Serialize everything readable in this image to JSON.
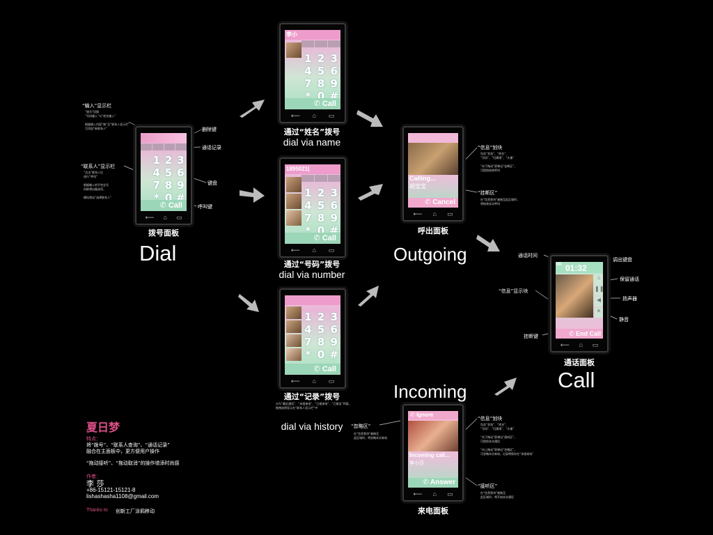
{
  "panels": {
    "dial": {
      "caption_cn": "拨号面板",
      "big": "Dial",
      "call_label": "Call"
    },
    "via_name": {
      "caption_cn": "通过“姓名”拨号",
      "caption_en": "dial via name",
      "entry": "李小",
      "call_label": "Call"
    },
    "via_number": {
      "caption_cn": "通过“号码”拨号",
      "caption_en": "dial via number",
      "entry": "1895021|",
      "call_label": "Call"
    },
    "via_history": {
      "caption_cn": "通过“记录”拨号",
      "caption_en": "dial via history",
      "call_label": "Call",
      "note": "分为“最近通话”、“未接来电”、“已接来电”、“已拨出”四类，\n拖拽选择显示在“联系人显示栏”中"
    },
    "outgoing": {
      "caption_cn": "呼出面板",
      "big": "Outgoing",
      "status": "Calling...",
      "name": "胡宝宝",
      "cancel_label": "Cancel"
    },
    "incoming": {
      "caption_cn": "来电面板",
      "big": "Incoming",
      "ignore_label": "Ignore",
      "status": "Incoming call...",
      "name": "李小莎",
      "answer_label": "Answer"
    },
    "call": {
      "caption_cn": "通话面板",
      "big": "Call",
      "timer_small": "00:",
      "timer": "01:32",
      "end_label": "End Call"
    }
  },
  "keypad_keys": [
    "1",
    "2",
    "3",
    "4",
    "5",
    "6",
    "7",
    "8",
    "9",
    "*",
    "0",
    "#"
  ],
  "annotations": {
    "dial": {
      "input_bar": "“输入”显示栏",
      "input_bar_note": "“拨号”切换\n“号码输入”与“姓名输入”\n\n根据输入内容“拖”至“联系人显示栏”\n可添加“新联系人”",
      "contact_bar": "“联系人”显示栏",
      "contact_bar_note": "“点击”联系人后\n进行“呼叫”\n\n根据输入的不完全号\n码联想出备选项，\n\n横向滑动“选择联系人”",
      "delete_key": "删除键",
      "call_log": "通话记录",
      "keypad": "键盘",
      "call_key": "呼叫键"
    },
    "outgoing": {
      "info_slide": "“信息”划块",
      "info_slide_note": "包含“状态”、“姓名”、\n“号码”、“归属地”、“头像”\n\n“向下拖动”即弹出“挂断区”，\n可提前结束呼叫",
      "hangup_area": "“挂断区”",
      "hangup_area_note": "在“信息划块”被拖至此区域时，\n将结束本次呼叫"
    },
    "incoming": {
      "ignore_area": "“忽略区”",
      "ignore_area_note": "在“信息划块”被拖至\n此区域时，将忽略本次来电",
      "info_slide": "“信息”划块",
      "info_slide_note": "包含“状态”、“姓名”、\n“号码”、“归属地”、“头像”\n\n“向下拖动”即弹出“接听区”，\n可提前本次通话\n\n“向上拖动”即弹出“忽略区”，\n可忽略本次来电，记录将保存在“未接来电”",
      "answer_area": "“接听区”",
      "answer_area_note": "在“信息划块”被拖至\n此区域时，将开始本次通话"
    },
    "call": {
      "call_time": "通话时间",
      "info_block": "“信息”显示块",
      "hangup_key": "挂断键",
      "show_keypad": "调出键盘",
      "hold": "保留通话",
      "speaker": "扬声器",
      "mute": "静音"
    }
  },
  "credits": {
    "title": "夏日梦",
    "features_label": "特点：",
    "feature_1": "将“拨号”、“联系人查询”、“通话记录”",
    "feature_2": "融合在主面板中，更方便用户操作",
    "feature_3": "“拖动接听”、“拖动取消”的操作增添时尚感",
    "author_label": "作者：",
    "author": "李 莎",
    "phone": "+86-15121-15121-8",
    "email": "lishashasha1108@gmail.com",
    "thanks_label": "Thanks to",
    "thanks_text": "创新工厂涂鸦移动"
  },
  "colors": {
    "accent_pink": "#e0508a",
    "mint": "#a8e0c2",
    "pink": "#f2b8d8"
  },
  "icons": [
    "arrow-icon",
    "back-icon",
    "home-icon",
    "recent-apps-icon",
    "phone-icon"
  ]
}
